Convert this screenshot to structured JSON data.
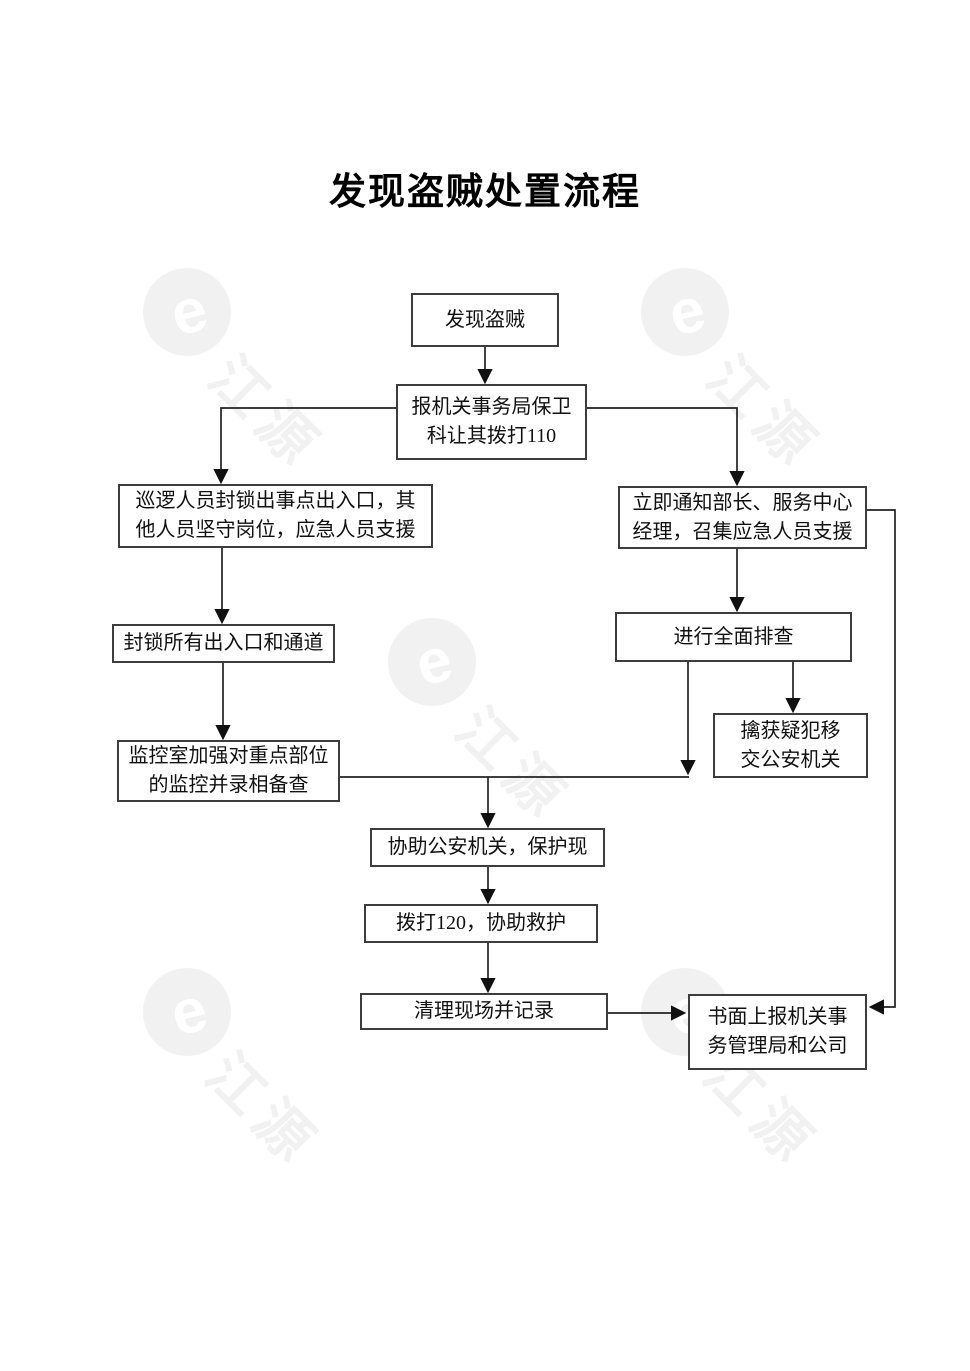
{
  "page": {
    "title": "发现盗贼处置流程"
  },
  "watermark": {
    "text": "江源",
    "logo": "jiangyuan-swirl-logo",
    "color": "#f1f1f1"
  },
  "colors": {
    "box_border": "#3d3d3d",
    "connector_line": "#222222",
    "text": "#111111"
  },
  "flow": {
    "nodes": [
      {
        "id": "start",
        "label": "发现盗贼"
      },
      {
        "id": "report-110",
        "label": "报机关事务局保卫\n科让其拨打110"
      },
      {
        "id": "patrol-lockdown",
        "label": "巡逻人员封锁出事点出入口，其\n他人员坚守岗位，应急人员支援"
      },
      {
        "id": "notify-leaders",
        "label": "立即通知部长、服务中心\n经理，召集应急人员支援"
      },
      {
        "id": "seal-exits",
        "label": "封锁所有出入口和通道"
      },
      {
        "id": "full-screening",
        "label": "进行全面排查"
      },
      {
        "id": "capture-suspect",
        "label": "擒获疑犯移\n交公安机关"
      },
      {
        "id": "monitor-room",
        "label": "监控室加强对重点部位\n的监控并录相备查"
      },
      {
        "id": "assist-police",
        "label": "协助公安机关，保护现"
      },
      {
        "id": "call-120",
        "label": "拨打120，协助救护"
      },
      {
        "id": "clean-scene",
        "label": "清理现场并记录"
      },
      {
        "id": "written-report",
        "label": "书面上报机关事\n务管理局和公司"
      }
    ],
    "edges": [
      "start -> report-110",
      "report-110 -> patrol-lockdown",
      "report-110 -> notify-leaders",
      "patrol-lockdown -> seal-exits",
      "seal-exits -> monitor-room",
      "notify-leaders -> full-screening",
      "notify-leaders -> written-report",
      "full-screening -> capture-suspect",
      "full-screening -> merge-line",
      "monitor-room -> merge-line",
      "merge-line -> assist-police",
      "assist-police -> call-120",
      "call-120 -> clean-scene",
      "clean-scene -> written-report"
    ]
  }
}
